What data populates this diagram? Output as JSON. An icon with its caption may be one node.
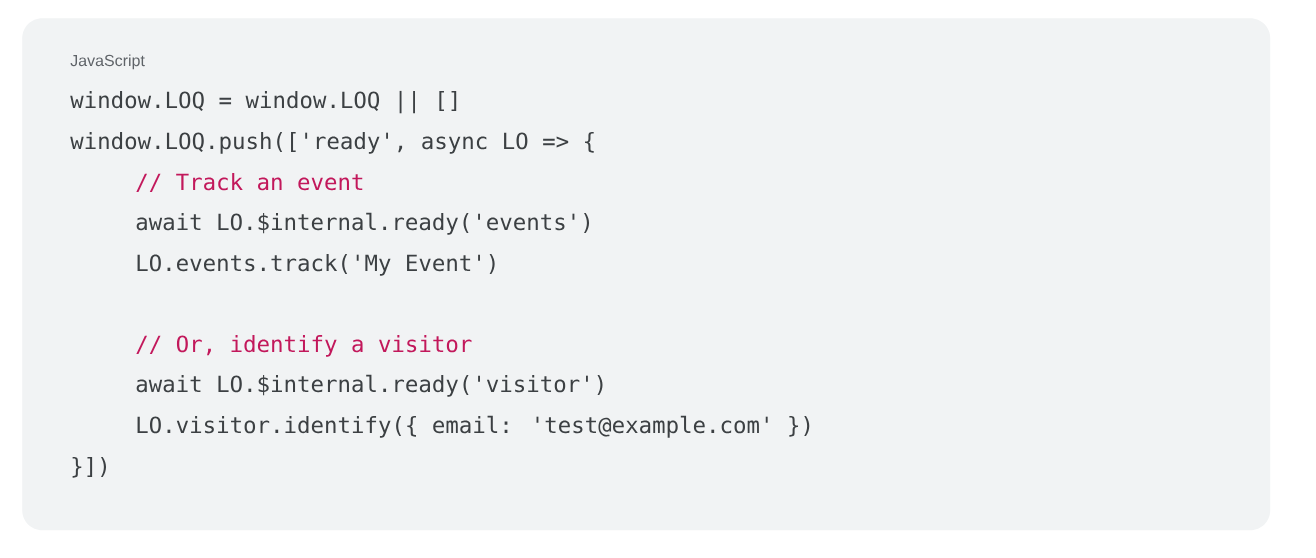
{
  "diagram": {
    "nodes": [
      {
        "text": [
          "JavaScript",
          "window.LOQ = window.LOQ || []",
          "window.LOQ.push(['ready', async LO => {",
          "// Track an event",
          "await LO.$internal.ready('events')",
          "LO.events.track('My Event')",
          "// Or, identify a visitor",
          "await LO.$internal.ready('visitor')",
          "LO.visitor.identify({ email: 'test@example.com' })",
          "}])"
        ]
      }
    ]
  }
}
